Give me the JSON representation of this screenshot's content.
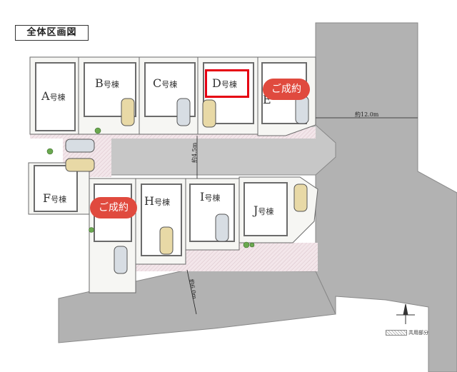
{
  "title": "全体区画図",
  "lots": [
    {
      "main": "A",
      "suffix": "号棟"
    },
    {
      "main": "B",
      "suffix": "号棟"
    },
    {
      "main": "C",
      "suffix": "号棟"
    },
    {
      "main": "D",
      "suffix": "号棟"
    },
    {
      "main": "E",
      "suffix": ""
    },
    {
      "main": "F",
      "suffix": "号棟"
    },
    {
      "main": "H",
      "suffix": "号棟"
    },
    {
      "main": "I",
      "suffix": "号棟"
    },
    {
      "main": "J",
      "suffix": "号棟"
    }
  ],
  "sold_label": "ご成約",
  "dimensions": {
    "road_east": "約12.0m",
    "private_road": "約4.5m",
    "road_south": "約6.0m"
  },
  "legend_label": "共用部分",
  "colors": {
    "road": "#b2b2b2",
    "lot_fill": "#f6f6f3",
    "house_outline": "#6b6b6b",
    "common_area": "#f1e2e6",
    "sold_badge": "#e04a3e",
    "highlight": "#e60012"
  }
}
